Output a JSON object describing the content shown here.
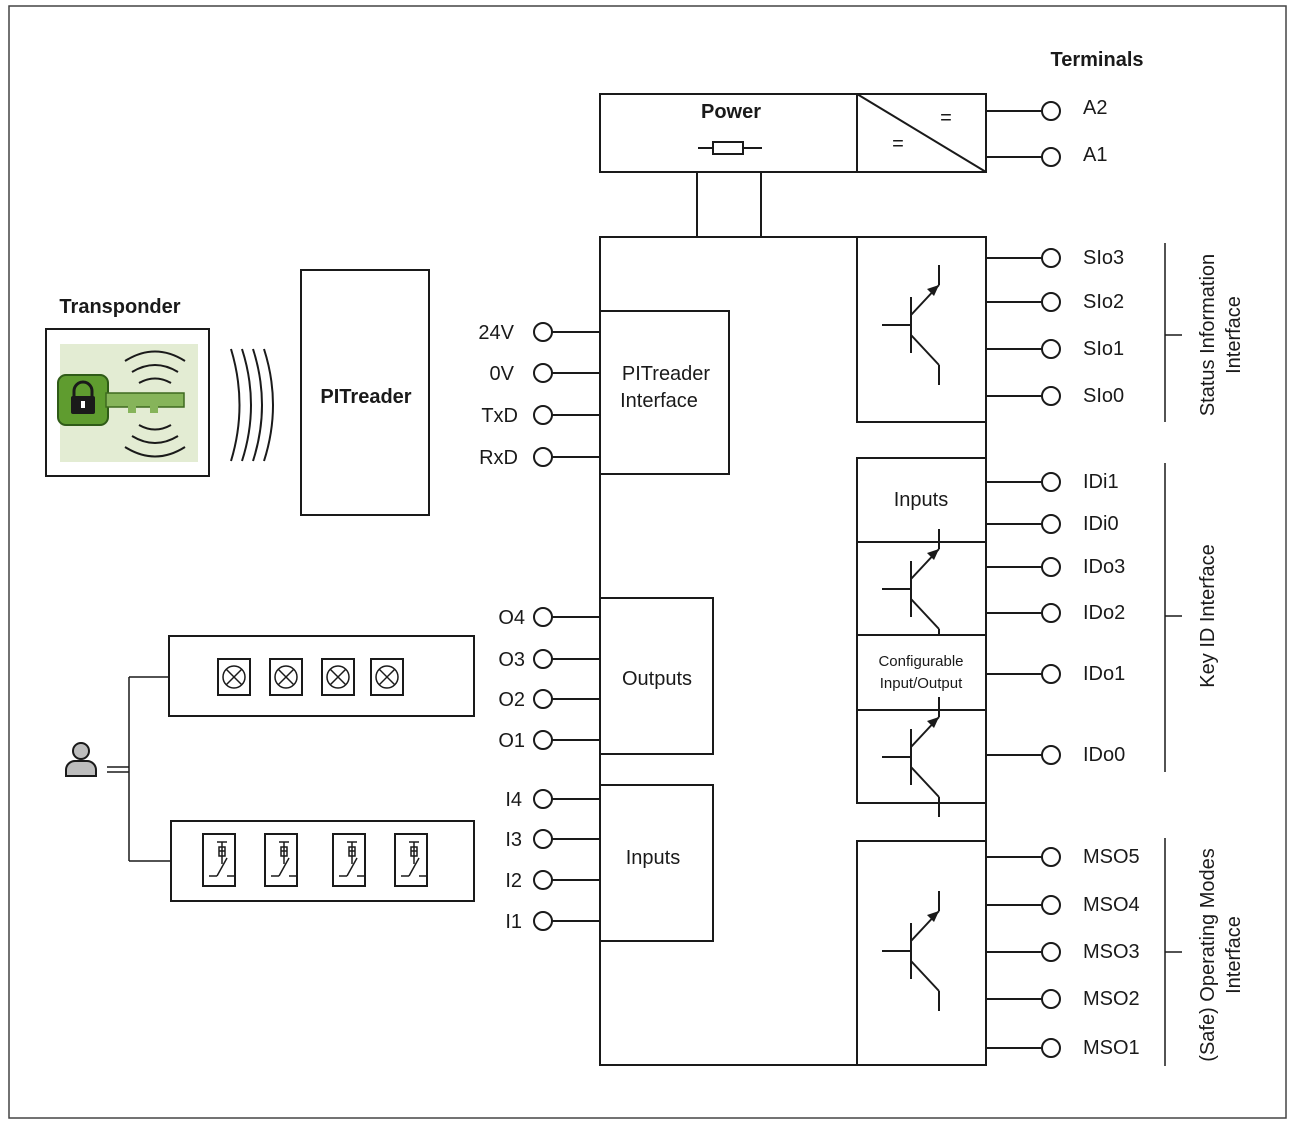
{
  "terminals_heading": "Terminals",
  "power": {
    "label": "Power",
    "eq_top": "=",
    "eq_bottom": "="
  },
  "power_terminals": [
    "A2",
    "A1"
  ],
  "transponder": {
    "label": "Transponder"
  },
  "pitreader": {
    "label": "PITreader"
  },
  "pitreader_interface": {
    "label_line1": "PITreader",
    "label_line2": "Interface",
    "terminals": [
      "24V",
      "0V",
      "TxD",
      "RxD"
    ]
  },
  "status_information": {
    "terminals": [
      "SIo3",
      "SIo2",
      "SIo1",
      "SIo0"
    ],
    "label_line1": "Status Information",
    "label_line2": "Interface"
  },
  "key_id": {
    "inputs_label": "Inputs",
    "terminals": [
      "IDi1",
      "IDi0",
      "IDo3",
      "IDo2",
      "IDo1",
      "IDo0"
    ],
    "config_line1": "Configurable",
    "config_line2": "Input/Output",
    "label": "Key ID Interface"
  },
  "outputs": {
    "label": "Outputs",
    "terminals": [
      "O4",
      "O3",
      "O2",
      "O1"
    ]
  },
  "inputs": {
    "label": "Inputs",
    "terminals": [
      "I4",
      "I3",
      "I2",
      "I1"
    ]
  },
  "operating_modes": {
    "terminals": [
      "MSO5",
      "MSO4",
      "MSO3",
      "MSO2",
      "MSO1"
    ],
    "label_line1": "(Safe) Operating Modes",
    "label_line2": "Interface"
  },
  "icons": {
    "lamp": "lamp-icon",
    "pushbutton": "pushbutton-icon",
    "user": "user-icon",
    "transistor": "transistor-icon",
    "fuse": "fuse-icon",
    "lock": "lock-icon"
  }
}
